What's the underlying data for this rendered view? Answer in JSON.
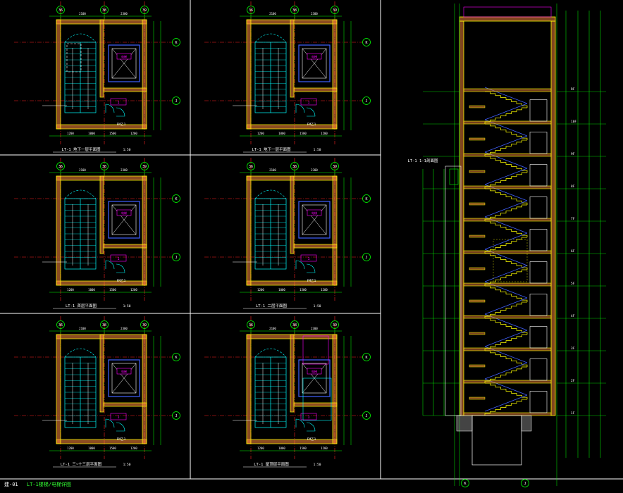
{
  "colors": {
    "background": "#000000",
    "wall": "#ffff00",
    "hatch": "#ff8a3c",
    "axis": "#ff2020",
    "dimension": "#00ff00",
    "stair": "#00ffff",
    "elevator": "#4060ff",
    "note": "#ff00ff",
    "frame": "#ffffff"
  },
  "grid_tags": {
    "c36": "36",
    "c38": "38",
    "c39": "39",
    "rowK": "K",
    "rowJ": "J"
  },
  "dims": {
    "d2100": "2100",
    "d2300": "2300",
    "d1500": "1500",
    "d1000": "1000",
    "d1200": "1200"
  },
  "plan_labels": {
    "fire_door": "FM乙1",
    "scale": "1:50",
    "elevator_text": "电梯",
    "section_mark": "1"
  },
  "plans": [
    {
      "title": "LT-1 地下一层平面图"
    },
    {
      "title": "LT-1 地下一层平面图"
    },
    {
      "title": "LT-1 首层平面图"
    },
    {
      "title": "LT-1 二层平面图"
    },
    {
      "title": "LT-1 三~十三层平面图"
    },
    {
      "title": "LT-1 屋顶层平面图"
    }
  ],
  "section": {
    "title": "LT-1 1-1剖面图",
    "floor_marks": [
      "1F",
      "2F",
      "3F",
      "4F",
      "5F",
      "6F",
      "7F",
      "8F",
      "9F",
      "10F",
      "RF"
    ]
  },
  "statusbar": {
    "drawing_no": "建-01",
    "hint": "LT-1楼梯/电梯详图"
  }
}
